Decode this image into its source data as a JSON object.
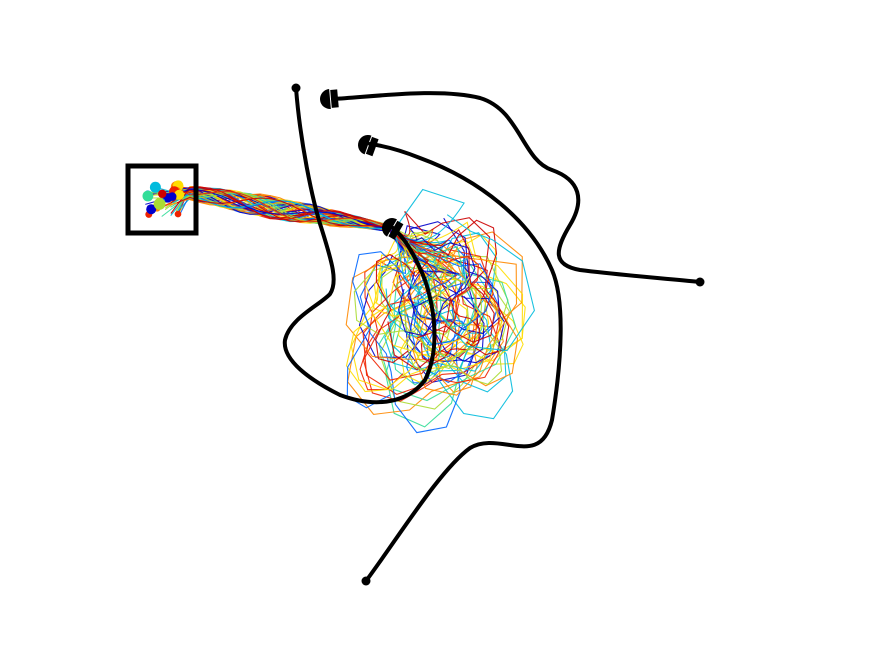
{
  "figure": {
    "background": "#ffffff",
    "path_color": "#000000",
    "box_color": "#000000",
    "trajectory_colormap": [
      "#0000cc",
      "#0066ff",
      "#00bbdd",
      "#33dd99",
      "#aadd33",
      "#ffdd00",
      "#ff8800",
      "#ee2200",
      "#cc0000"
    ],
    "paths": [
      {
        "name": "path-1",
        "start_marker": "dot",
        "end_marker": "dot"
      },
      {
        "name": "path-2",
        "start_marker": "dot",
        "end_marker": "gripper"
      },
      {
        "name": "path-3",
        "start_marker": "gripper",
        "end_marker": "dot"
      },
      {
        "name": "path-4",
        "start_marker": "gripper",
        "end_marker": "none"
      }
    ],
    "bundle": {
      "trajectory_count": 60
    }
  }
}
